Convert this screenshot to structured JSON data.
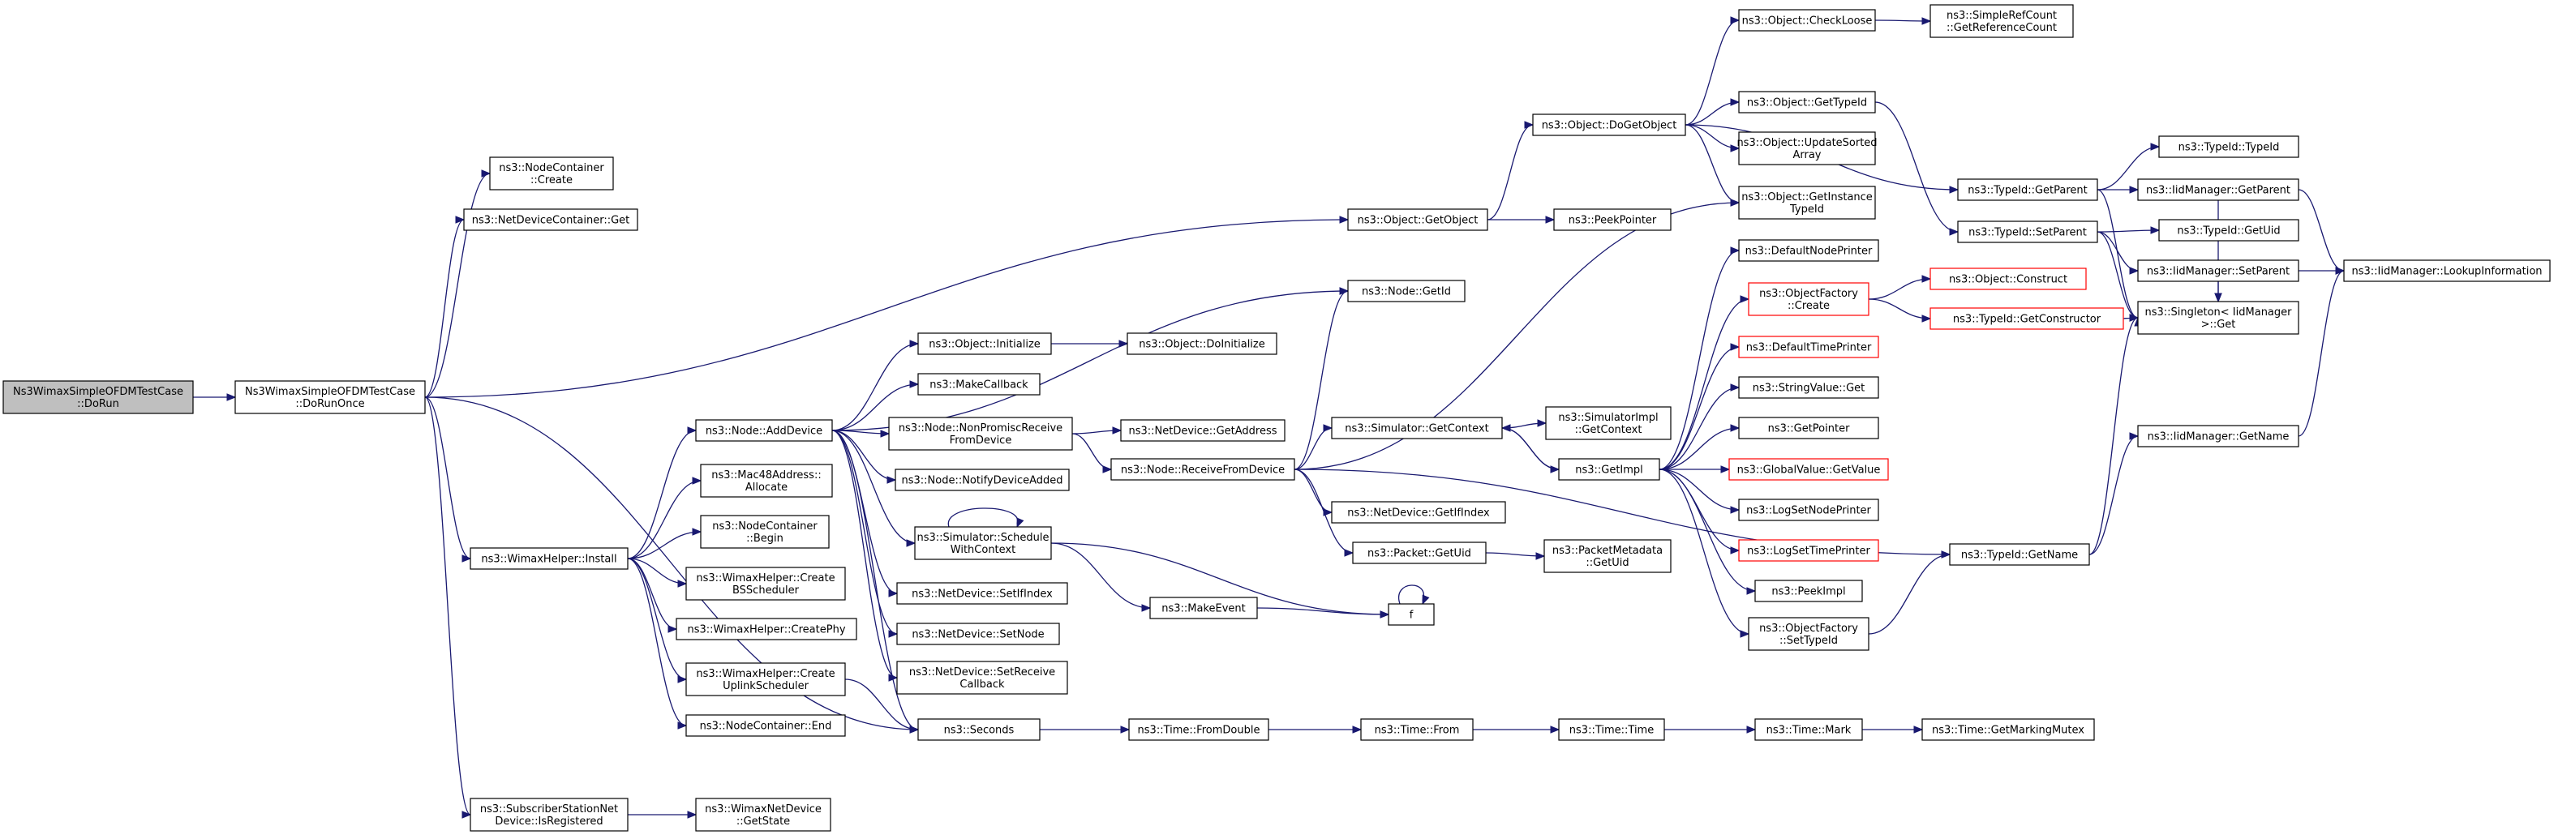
{
  "colors": {
    "edge": "#191970",
    "node_border": "#000000",
    "node_border_truncated": "#ff0000",
    "root_fill": "#bfbfbf",
    "node_fill": "#ffffff"
  },
  "nodes": [
    {
      "id": "n0",
      "lines": [
        "Ns3WimaxSimpleOFDMTestCase",
        "::DoRun"
      ],
      "root": true
    },
    {
      "id": "n1",
      "lines": [
        "Ns3WimaxSimpleOFDMTestCase",
        "::DoRunOnce"
      ]
    },
    {
      "id": "n2",
      "lines": [
        "ns3::NodeContainer",
        "::Create"
      ]
    },
    {
      "id": "n3",
      "lines": [
        "ns3::NetDeviceContainer::Get"
      ]
    },
    {
      "id": "n4",
      "lines": [
        "ns3::Object::GetObject"
      ]
    },
    {
      "id": "n5",
      "lines": [
        "ns3::Object::DoGetObject"
      ]
    },
    {
      "id": "n6",
      "lines": [
        "ns3::Object::CheckLoose"
      ]
    },
    {
      "id": "n7",
      "lines": [
        "ns3::SimpleRefCount",
        "::GetReferenceCount"
      ]
    },
    {
      "id": "n8",
      "lines": [
        "ns3::TypeId::GetParent"
      ]
    },
    {
      "id": "n9",
      "lines": [
        "ns3::TypeId::TypeId"
      ]
    },
    {
      "id": "n10",
      "lines": [
        "ns3::IidManager::GetParent"
      ]
    },
    {
      "id": "n11",
      "lines": [
        "ns3::IidManager::LookupInformation"
      ]
    },
    {
      "id": "n12",
      "lines": [
        "ns3::Singleton< IidManager",
        " >::Get"
      ]
    },
    {
      "id": "n13",
      "lines": [
        "ns3::Object::GetTypeId"
      ]
    },
    {
      "id": "n14",
      "lines": [
        "ns3::TypeId::SetParent"
      ]
    },
    {
      "id": "n15",
      "lines": [
        "ns3::TypeId::GetUid"
      ]
    },
    {
      "id": "n16",
      "lines": [
        "ns3::IidManager::SetParent"
      ]
    },
    {
      "id": "n17",
      "lines": [
        "ns3::Object::UpdateSorted",
        "Array"
      ]
    },
    {
      "id": "n18",
      "lines": [
        "ns3::Object::GetInstance",
        "TypeId"
      ]
    },
    {
      "id": "n19",
      "lines": [
        "ns3::PeekPointer"
      ]
    },
    {
      "id": "n20",
      "lines": [
        "ns3::WimaxHelper::Install"
      ]
    },
    {
      "id": "n21",
      "lines": [
        "ns3::Node::AddDevice"
      ]
    },
    {
      "id": "n22",
      "lines": [
        "ns3::Node::GetId"
      ]
    },
    {
      "id": "n23",
      "lines": [
        "ns3::Object::Initialize"
      ]
    },
    {
      "id": "n24",
      "lines": [
        "ns3::Object::DoInitialize"
      ]
    },
    {
      "id": "n25",
      "lines": [
        "ns3::MakeCallback"
      ]
    },
    {
      "id": "n26",
      "lines": [
        "ns3::Node::NonPromiscReceive",
        "FromDevice"
      ]
    },
    {
      "id": "n27",
      "lines": [
        "ns3::NetDevice::GetAddress"
      ]
    },
    {
      "id": "n28",
      "lines": [
        "ns3::Node::ReceiveFromDevice"
      ]
    },
    {
      "id": "n29",
      "lines": [
        "ns3::Simulator::GetContext"
      ]
    },
    {
      "id": "n30",
      "lines": [
        "ns3::SimulatorImpl",
        "::GetContext"
      ]
    },
    {
      "id": "n31",
      "lines": [
        "ns3::GetImpl"
      ]
    },
    {
      "id": "n32",
      "lines": [
        "ns3::DefaultNodePrinter"
      ]
    },
    {
      "id": "n33",
      "lines": [
        "ns3::ObjectFactory",
        "::Create"
      ],
      "red": true
    },
    {
      "id": "n34",
      "lines": [
        "ns3::Object::Construct"
      ],
      "red": true
    },
    {
      "id": "n35",
      "lines": [
        "ns3::TypeId::GetConstructor"
      ],
      "red": true
    },
    {
      "id": "n36",
      "lines": [
        "ns3::DefaultTimePrinter"
      ],
      "red": true
    },
    {
      "id": "n37",
      "lines": [
        "ns3::StringValue::Get"
      ]
    },
    {
      "id": "n38",
      "lines": [
        "ns3::GetPointer"
      ]
    },
    {
      "id": "n39",
      "lines": [
        "ns3::GlobalValue::GetValue"
      ],
      "red": true
    },
    {
      "id": "n40",
      "lines": [
        "ns3::LogSetNodePrinter"
      ]
    },
    {
      "id": "n41",
      "lines": [
        "ns3::LogSetTimePrinter"
      ],
      "red": true
    },
    {
      "id": "n42",
      "lines": [
        "ns3::PeekImpl"
      ]
    },
    {
      "id": "n43",
      "lines": [
        "ns3::ObjectFactory",
        "::SetTypeId"
      ]
    },
    {
      "id": "n44",
      "lines": [
        "ns3::TypeId::GetName"
      ]
    },
    {
      "id": "n45",
      "lines": [
        "ns3::IidManager::GetName"
      ]
    },
    {
      "id": "n46",
      "lines": [
        "ns3::NetDevice::GetIfIndex"
      ]
    },
    {
      "id": "n47",
      "lines": [
        "ns3::Packet::GetUid"
      ]
    },
    {
      "id": "n48",
      "lines": [
        "ns3::PacketMetadata",
        "::GetUid"
      ]
    },
    {
      "id": "n49",
      "lines": [
        "ns3::Node::NotifyDeviceAdded"
      ]
    },
    {
      "id": "n50",
      "lines": [
        "ns3::Simulator::Schedule",
        "WithContext"
      ]
    },
    {
      "id": "n51",
      "lines": [
        "ns3::MakeEvent"
      ]
    },
    {
      "id": "n52",
      "lines": [
        "f"
      ]
    },
    {
      "id": "n53",
      "lines": [
        "ns3::NetDevice::SetIfIndex"
      ]
    },
    {
      "id": "n54",
      "lines": [
        "ns3::NetDevice::SetNode"
      ]
    },
    {
      "id": "n55",
      "lines": [
        "ns3::NetDevice::SetReceive",
        "Callback"
      ]
    },
    {
      "id": "n56",
      "lines": [
        "ns3::Seconds"
      ]
    },
    {
      "id": "n57",
      "lines": [
        "ns3::Time::FromDouble"
      ]
    },
    {
      "id": "n58",
      "lines": [
        "ns3::Time::From"
      ]
    },
    {
      "id": "n59",
      "lines": [
        "ns3::Time::Time"
      ]
    },
    {
      "id": "n60",
      "lines": [
        "ns3::Time::Mark"
      ]
    },
    {
      "id": "n61",
      "lines": [
        "ns3::Time::GetMarkingMutex"
      ]
    },
    {
      "id": "n62",
      "lines": [
        "ns3::Mac48Address::",
        "Allocate"
      ]
    },
    {
      "id": "n63",
      "lines": [
        "ns3::NodeContainer",
        "::Begin"
      ]
    },
    {
      "id": "n64",
      "lines": [
        "ns3::WimaxHelper::Create",
        "BSScheduler"
      ]
    },
    {
      "id": "n65",
      "lines": [
        "ns3::WimaxHelper::CreatePhy"
      ]
    },
    {
      "id": "n66",
      "lines": [
        "ns3::WimaxHelper::Create",
        "UplinkScheduler"
      ]
    },
    {
      "id": "n67",
      "lines": [
        "ns3::NodeContainer::End"
      ]
    },
    {
      "id": "n68",
      "lines": [
        "ns3::SubscriberStationNet",
        "Device::IsRegistered"
      ]
    },
    {
      "id": "n69",
      "lines": [
        "ns3::WimaxNetDevice",
        "::GetState"
      ]
    }
  ],
  "edges": [
    [
      "n0",
      "n1"
    ],
    [
      "n1",
      "n2"
    ],
    [
      "n1",
      "n3"
    ],
    [
      "n1",
      "n4"
    ],
    [
      "n1",
      "n20"
    ],
    [
      "n1",
      "n56"
    ],
    [
      "n1",
      "n68"
    ],
    [
      "n4",
      "n5"
    ],
    [
      "n4",
      "n19"
    ],
    [
      "n5",
      "n6"
    ],
    [
      "n5",
      "n8"
    ],
    [
      "n5",
      "n13"
    ],
    [
      "n5",
      "n17"
    ],
    [
      "n5",
      "n18"
    ],
    [
      "n6",
      "n7"
    ],
    [
      "n8",
      "n9"
    ],
    [
      "n8",
      "n10"
    ],
    [
      "n8",
      "n12"
    ],
    [
      "n10",
      "n11"
    ],
    [
      "n10",
      "n12"
    ],
    [
      "n13",
      "n14"
    ],
    [
      "n14",
      "n15"
    ],
    [
      "n14",
      "n16"
    ],
    [
      "n14",
      "n12"
    ],
    [
      "n16",
      "n11"
    ],
    [
      "n16",
      "n12"
    ],
    [
      "n20",
      "n21"
    ],
    [
      "n20",
      "n62"
    ],
    [
      "n20",
      "n63"
    ],
    [
      "n20",
      "n64"
    ],
    [
      "n20",
      "n65"
    ],
    [
      "n20",
      "n66"
    ],
    [
      "n20",
      "n67"
    ],
    [
      "n21",
      "n22"
    ],
    [
      "n21",
      "n23"
    ],
    [
      "n21",
      "n25"
    ],
    [
      "n21",
      "n26"
    ],
    [
      "n21",
      "n49"
    ],
    [
      "n21",
      "n50"
    ],
    [
      "n21",
      "n53"
    ],
    [
      "n21",
      "n54"
    ],
    [
      "n21",
      "n55"
    ],
    [
      "n21",
      "n56"
    ],
    [
      "n23",
      "n24"
    ],
    [
      "n26",
      "n27"
    ],
    [
      "n26",
      "n28"
    ],
    [
      "n28",
      "n22"
    ],
    [
      "n28",
      "n29"
    ],
    [
      "n28",
      "n46"
    ],
    [
      "n28",
      "n47"
    ],
    [
      "n28",
      "n18"
    ],
    [
      "n28",
      "n44"
    ],
    [
      "n29",
      "n30"
    ],
    [
      "n29",
      "n31"
    ],
    [
      "n31",
      "n29"
    ],
    [
      "n31",
      "n32"
    ],
    [
      "n31",
      "n33"
    ],
    [
      "n31",
      "n36"
    ],
    [
      "n31",
      "n37"
    ],
    [
      "n31",
      "n38"
    ],
    [
      "n31",
      "n39"
    ],
    [
      "n31",
      "n40"
    ],
    [
      "n31",
      "n41"
    ],
    [
      "n31",
      "n42"
    ],
    [
      "n31",
      "n43"
    ],
    [
      "n33",
      "n34"
    ],
    [
      "n33",
      "n35"
    ],
    [
      "n35",
      "n12"
    ],
    [
      "n43",
      "n44"
    ],
    [
      "n44",
      "n45"
    ],
    [
      "n44",
      "n12"
    ],
    [
      "n45",
      "n11"
    ],
    [
      "n47",
      "n48"
    ],
    [
      "n50",
      "n50"
    ],
    [
      "n50",
      "n51"
    ],
    [
      "n50",
      "n52"
    ],
    [
      "n51",
      "n52"
    ],
    [
      "n52",
      "n52"
    ],
    [
      "n56",
      "n57"
    ],
    [
      "n57",
      "n58"
    ],
    [
      "n58",
      "n59"
    ],
    [
      "n59",
      "n60"
    ],
    [
      "n60",
      "n61"
    ],
    [
      "n66",
      "n56"
    ],
    [
      "n68",
      "n69"
    ]
  ]
}
